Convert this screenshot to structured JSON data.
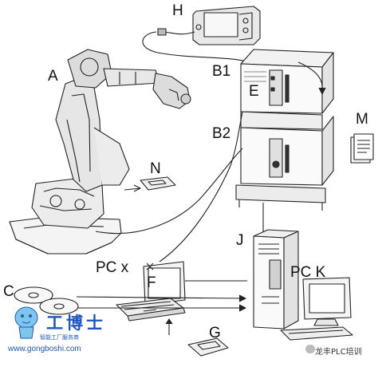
{
  "labels": {
    "A": "A",
    "B1": "B1",
    "B2": "B2",
    "C": "C",
    "E": "E",
    "F": "F",
    "G": "G",
    "H": "H",
    "J": "J",
    "M": "M",
    "N": "N",
    "pc_x": "PC x",
    "pc_k": "PC K"
  },
  "watermark": {
    "title": "工博士",
    "subtitle": "智能工厂服务商",
    "url": "www.gongboshi.com",
    "brand": "龙丰PLC培训"
  }
}
